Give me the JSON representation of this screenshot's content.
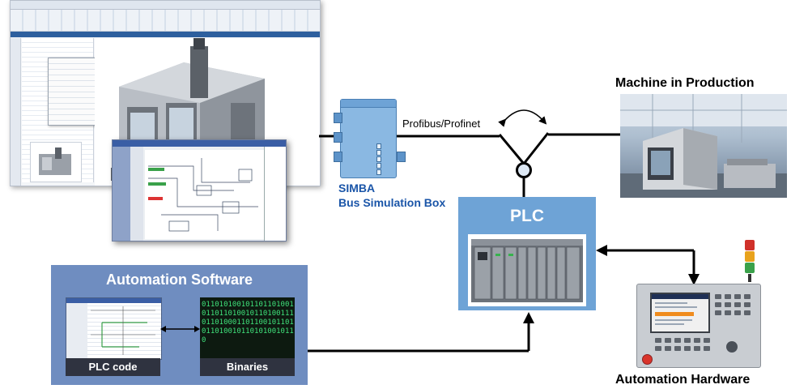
{
  "simulation_software": {
    "nx_screenshot": "nx-mcd-machine-model",
    "schematic_screenshot": "electrical-schematic-editor"
  },
  "simba": {
    "title": "SIMBA",
    "subtitle": "Bus Simulation Box",
    "connection_label": "Profibus/Profinet"
  },
  "machine": {
    "title": "Machine in Production",
    "photo": "cnc-machine-in-factory-hall"
  },
  "plc": {
    "label": "PLC",
    "photo": "s7-plc-rack"
  },
  "automation_software": {
    "title": "Automation Software",
    "plc_code_label": "PLC code",
    "binaries_label": "Binaries",
    "binaries_text": "0110101001011011010010110110100101101001110110100011011001011010110100101101010010110"
  },
  "automation_hardware": {
    "title": "Automation Hardware",
    "photo": "sinumerik-operator-panel-with-signal-tower"
  },
  "colors": {
    "plc_box": "#6ea3d6",
    "software_box": "#6f8dc0",
    "simba_text": "#1a55a8",
    "wire": "#000000"
  }
}
